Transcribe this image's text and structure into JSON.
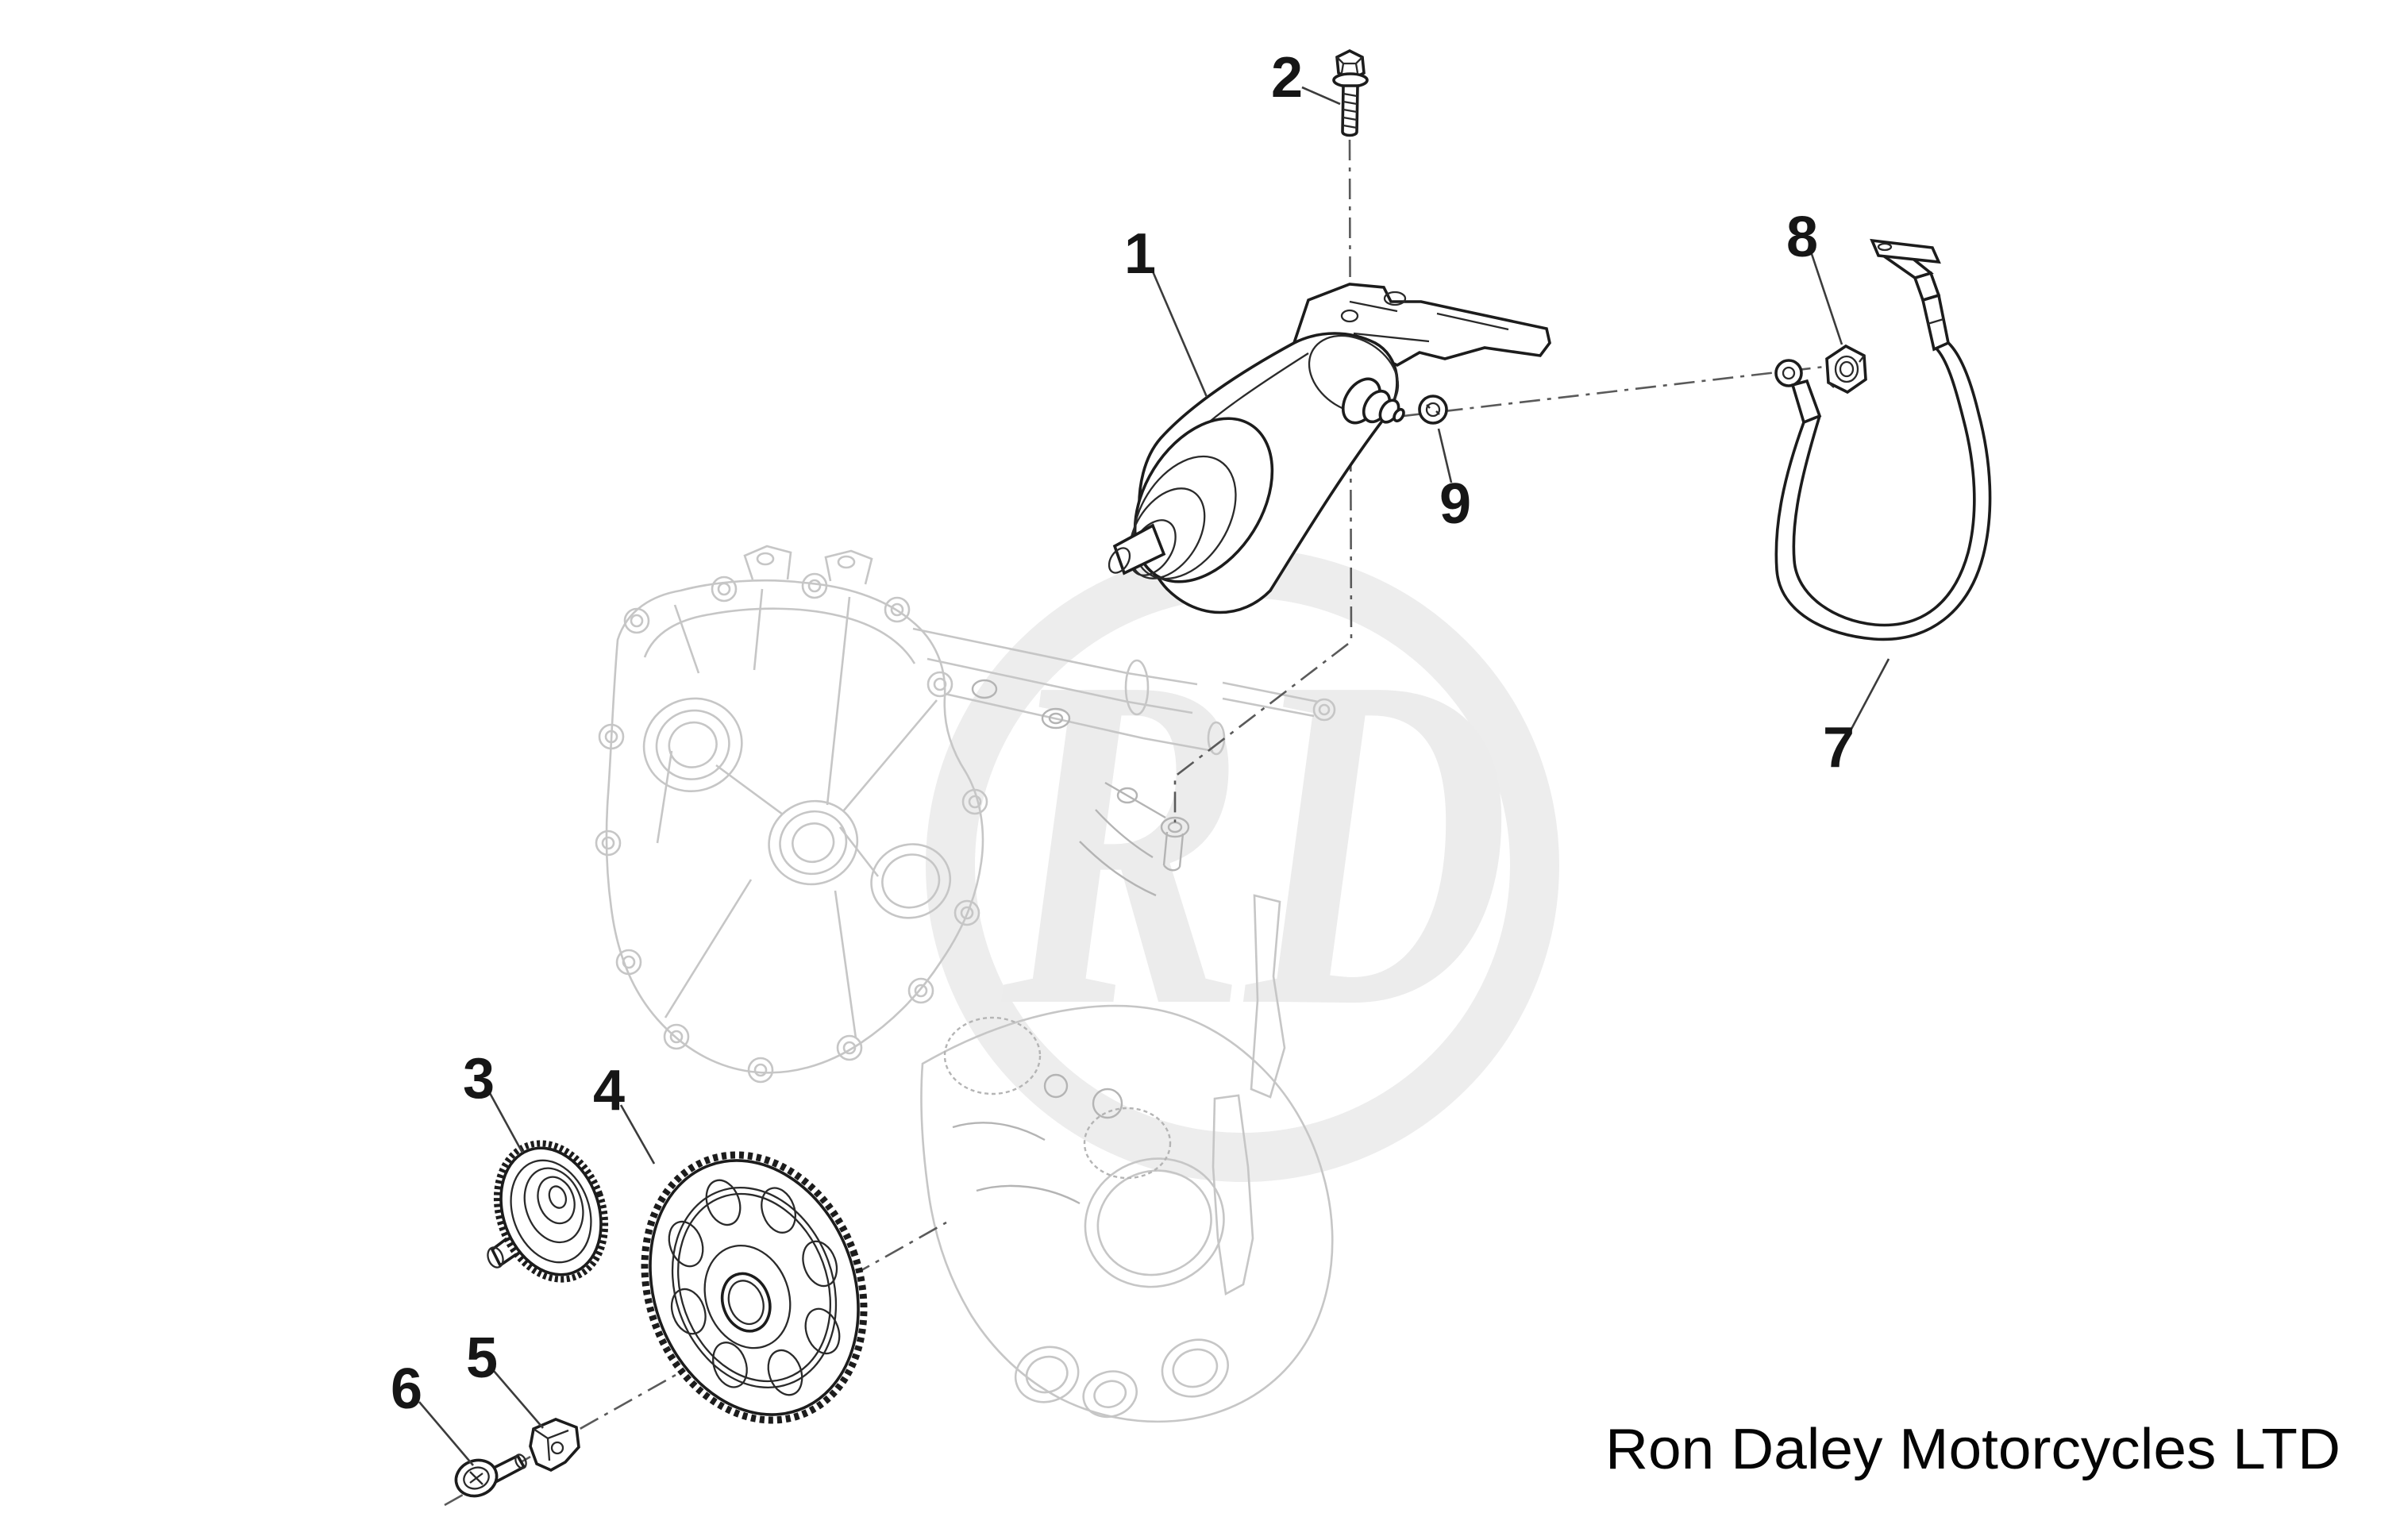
{
  "footer": {
    "company_text": "Ron Daley Motorcycles LTD"
  },
  "watermark": {
    "monogram": "RD"
  },
  "callouts": [
    "1",
    "2",
    "3",
    "4",
    "5",
    "6",
    "7",
    "8",
    "9"
  ],
  "colors": {
    "background": "#ffffff",
    "case_line_art": "#c6c6c6",
    "foreground_line": "#1c1c1c",
    "watermark_gray": "#ececec",
    "callout_text": "#161616"
  }
}
